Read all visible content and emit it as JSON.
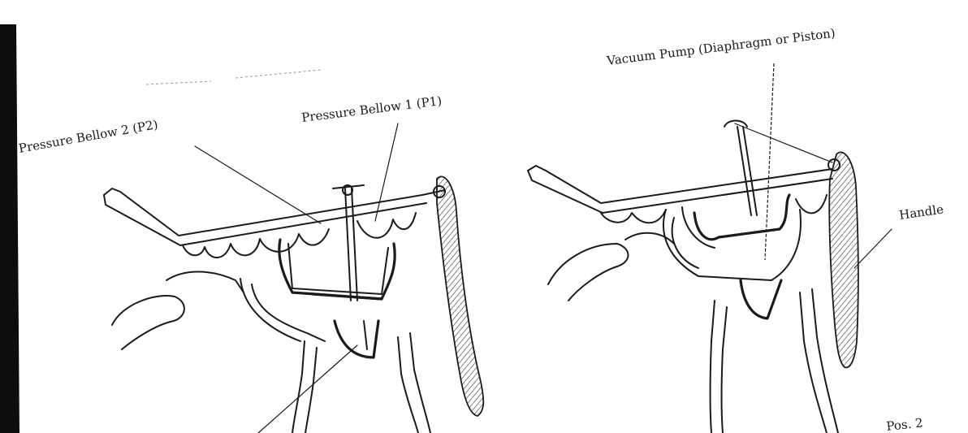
{
  "labels": {
    "pressure_bellow_2": "Pressure Bellow 2 (P2)",
    "pressure_bellow_1": "Pressure Bellow 1 (P1)",
    "vacuum_pump": "Vacuum Pump (Diaphragm or Piston)",
    "handle": "Handle",
    "position": "Pos. 2"
  },
  "colors": {
    "ink": "#1b1b1b",
    "paper": "#ffffff",
    "page_edge": "#0d0d0d"
  }
}
